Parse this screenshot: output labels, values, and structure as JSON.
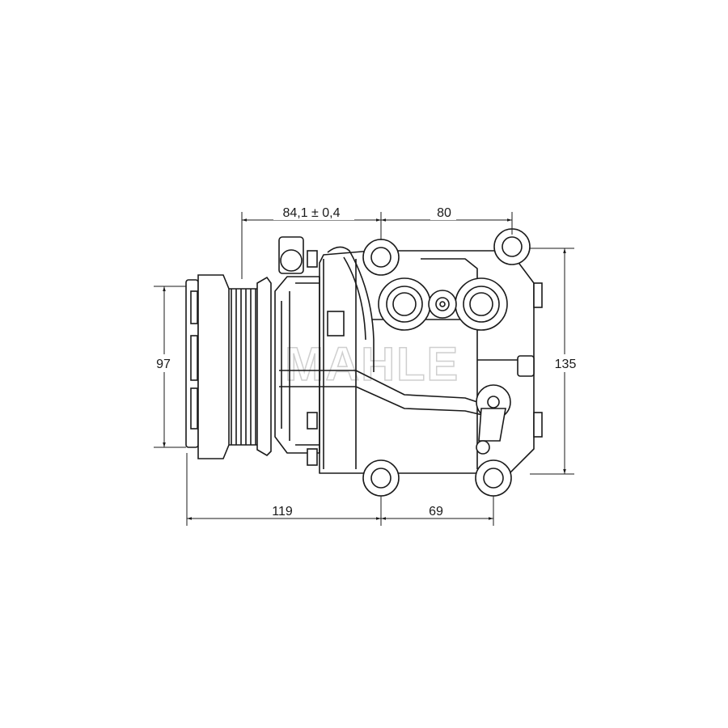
{
  "drawing": {
    "watermark": "MAHLE",
    "dimensions": {
      "top_left": "84,1 ± 0,4",
      "top_right": "80",
      "left_height": "97",
      "right_height": "135",
      "bottom_left": "119",
      "bottom_right": "69"
    }
  }
}
